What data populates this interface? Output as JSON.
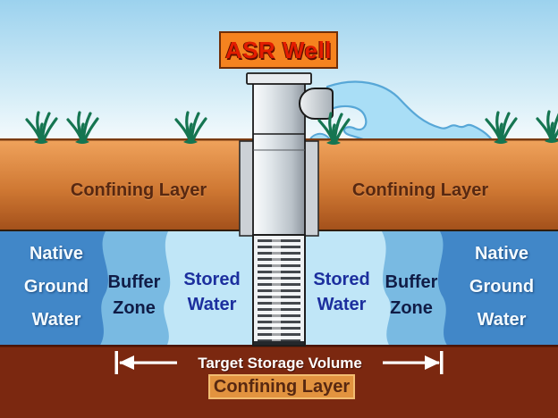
{
  "title": {
    "label": "ASR Well"
  },
  "ground": {
    "confining_left": "Confining Layer",
    "confining_right": "Confining Layer"
  },
  "aquifer": {
    "native_left": {
      "l1": "Native",
      "l2": "Ground",
      "l3": "Water"
    },
    "native_right": {
      "l1": "Native",
      "l2": "Ground",
      "l3": "Water"
    },
    "buffer_left": {
      "l1": "Buffer",
      "l2": "Zone"
    },
    "buffer_right": {
      "l1": "Buffer",
      "l2": "Zone"
    },
    "stored_left": {
      "l1": "Stored",
      "l2": "Water"
    },
    "stored_right": {
      "l1": "Stored",
      "l2": "Water"
    }
  },
  "measure": {
    "label": "Target Storage Volume"
  },
  "bottom": {
    "confining_label": "Confining Layer"
  },
  "palette": {
    "sky_top": "#9cd2ee",
    "sky_horizon": "#f6fbfd",
    "soil_light": "#f0a35c",
    "soil_dark": "#a24f1a",
    "native_water_blue": "#4187c8",
    "buffer_zone_blue": "#79bae2",
    "stored_water_blue": "#c0e6f7",
    "lower_confining_maroon": "#7b2810",
    "well_pipe_gray": "#c9d0d5",
    "discharge_water_blue": "#a9def6",
    "water_outline_blue": "#57a7d7",
    "grass_green": "#157551",
    "title_box_orange": "#f5831f",
    "title_text_red": "#e31c00",
    "label_brown": "#572811",
    "bottom_box_orange": "#e2933f",
    "measure_white": "#ffffff"
  }
}
